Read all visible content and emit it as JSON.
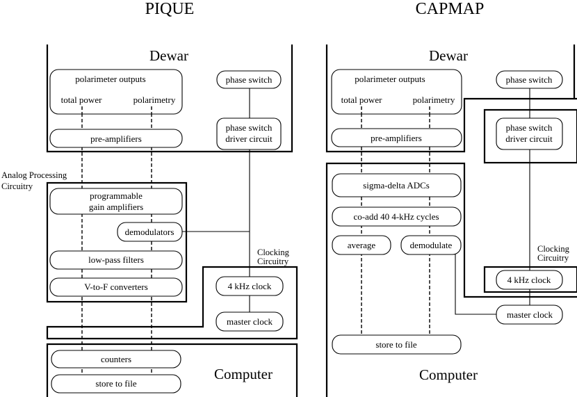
{
  "pique": {
    "title": "PIQUE",
    "dewar_label": "Dewar",
    "polarimeter_outputs": "polarimeter outputs",
    "total_power": "total power",
    "polarimetry": "polarimetry",
    "phase_switch": "phase switch",
    "phase_switch_driver_line1": "phase switch",
    "phase_switch_driver_line2": "driver circuit",
    "pre_amplifiers": "pre-amplifiers",
    "analog_label_line1": "Analog Processing",
    "analog_label_line2": "Circuitry",
    "pga_line1": "programmable",
    "pga_line2": "gain amplifiers",
    "demodulators": "demodulators",
    "low_pass_filters": "low-pass filters",
    "v_to_f": "V-to-F converters",
    "clocking_line1": "Clocking",
    "clocking_line2": "Circuitry",
    "clock_4khz": "4 kHz clock",
    "master_clock": "master clock",
    "counters": "counters",
    "store_to_file": "store to file",
    "computer_label": "Computer"
  },
  "capmap": {
    "title": "CAPMAP",
    "dewar_label": "Dewar",
    "polarimeter_outputs": "polarimeter outputs",
    "total_power": "total power",
    "polarimetry": "polarimetry",
    "phase_switch": "phase switch",
    "phase_switch_driver_line1": "phase switch",
    "phase_switch_driver_line2": "driver circuit",
    "pre_amplifiers": "pre-amplifiers",
    "sigma_delta": "sigma-delta ADCs",
    "co_add": "co-add 40 4-kHz cycles",
    "average": "average",
    "demodulate": "demodulate",
    "clocking_line1": "Clocking",
    "clocking_line2": "Circuitry",
    "clock_4khz": "4 kHz clock",
    "master_clock": "master clock",
    "store_to_file": "store to file",
    "computer_label": "Computer"
  }
}
